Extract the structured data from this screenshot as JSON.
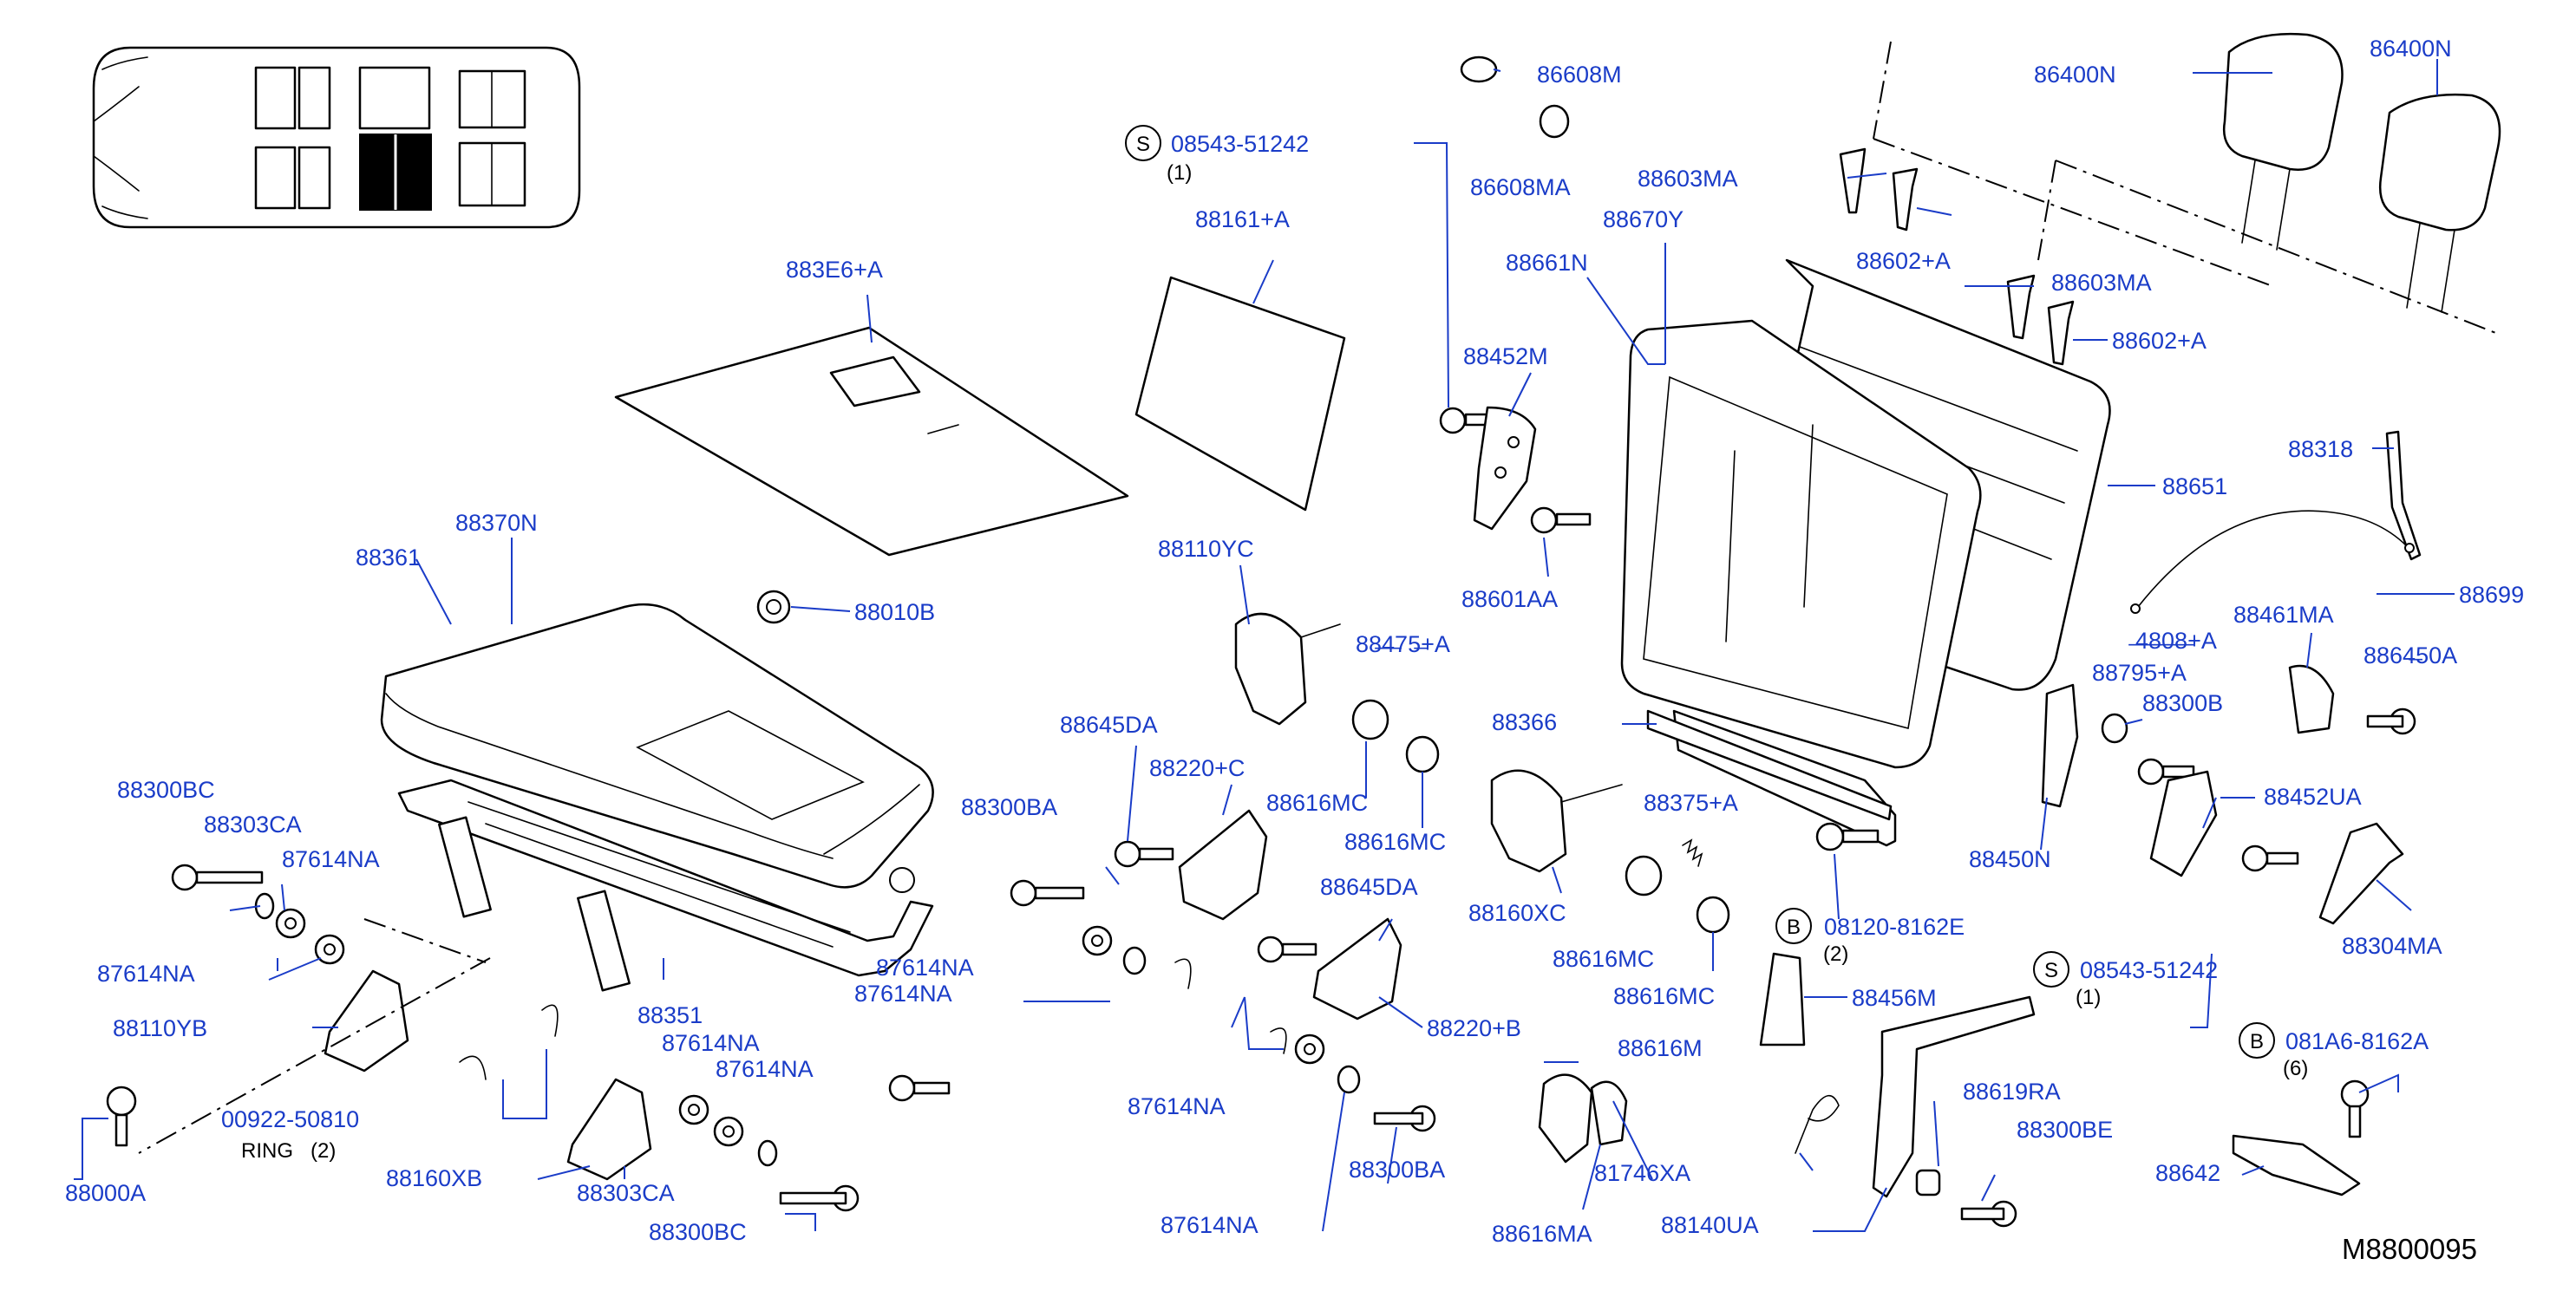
{
  "diagram_id": "M8800095",
  "colors": {
    "part_number": "#1a3cc8",
    "line_art": "#000000",
    "highlight": "#000000",
    "background": "#ffffff"
  },
  "labels": {
    "l_86608M": "86608M",
    "l_86608MA": "86608MA",
    "l_86400N_a": "86400N",
    "l_86400N_b": "86400N",
    "l_88603MA_a": "88603MA",
    "l_88603MA_b": "88603MA",
    "l_88602A_a": "88602+A",
    "l_88602A_b": "88602+A",
    "l_08543_top": "08543-51242",
    "l_08543_top_qty": "(1)",
    "l_88161A": "88161+A",
    "l_88670Y": "88670Y",
    "l_88661N": "88661N",
    "l_883E6A": "883E6+A",
    "l_88452M": "88452M",
    "l_88318": "88318",
    "l_88651": "88651",
    "l_88699": "88699",
    "l_88370N": "88370N",
    "l_88361": "88361",
    "l_88010B": "88010B",
    "l_88110YC": "88110YC",
    "l_88601AA": "88601AA",
    "l_88461MA": "88461MA",
    "l_partial_1": "88̶4̶75̶+A",
    "l_partial_2": "̶4̶8̶0̶8̶+A",
    "l_partial_3": "88795+A",
    "l_partial_4": "8864̶50A",
    "l_88300B": "88300B",
    "l_88366": "88366",
    "l_88645DA_a": "88645DA",
    "l_88220C": "88220+C",
    "l_88616MC_a": "88616MC",
    "l_88616MC_b": "88616MC",
    "l_88452UA": "88452UA",
    "l_88300BC_a": "88300BC",
    "l_88303CA_a": "88303CA",
    "l_87614NA_a": "87614NA",
    "l_88300BA_a": "88300BA",
    "l_88375A": "88375+A",
    "l_88450N": "88450N",
    "l_88304MA": "88304MA",
    "l_88160XC": "88160XC",
    "l_88645DA_b": "88645DA",
    "l_08120": "08120-8162E",
    "l_08120_qty": "(2)",
    "l_88616MC_c": "88616MC",
    "l_87614NA_b": "87614NA",
    "l_87614NA_c": "87614NA",
    "l_87614NA_d": "87614NA",
    "l_08543_mid": "08543-51242",
    "l_08543_mid_qty": "(1)",
    "l_88616MC_d": "88616MC",
    "l_88456M": "88456M",
    "l_88110YB": "88110YB",
    "l_88351": "88351",
    "l_88220B": "88220+B",
    "l_081A6": "081A6-8162A",
    "l_081A6_qty": "(6)",
    "l_87614NA_e": "87614NA",
    "l_87614NA_f": "87614NA",
    "l_88616M": "88616M",
    "l_88619RA": "88619RA",
    "l_87614NA_g": "87614NA",
    "l_00922": "00922-50810",
    "l_ring": "RING",
    "l_ring_qty": "(2)",
    "l_88300BE": "88300BE",
    "l_88160XB": "88160XB",
    "l_88303CA_b": "88303CA",
    "l_88300BA_b": "88300BA",
    "l_81746XA": "81746XA",
    "l_88642": "88642",
    "l_88000A": "88000A",
    "l_88300BC_b": "88300BC",
    "l_87614NA_h": "87614NA",
    "l_88616MA": "88616MA",
    "l_88140UA": "88140UA",
    "symbol_S": "S",
    "symbol_B": "B"
  }
}
